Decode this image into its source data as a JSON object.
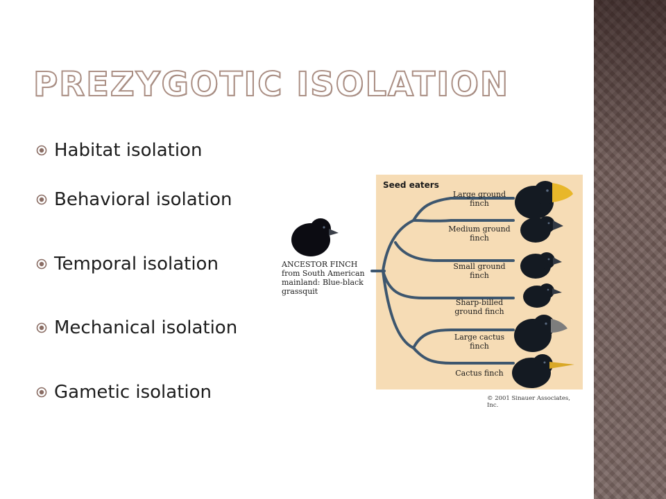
{
  "slide": {
    "title": "Prezygotic Isolation",
    "bullets": [
      "Habitat isolation",
      "Behavioral isolation",
      "Temporal isolation",
      "Mechanical isolation",
      "Gametic isolation"
    ]
  },
  "figure": {
    "group_label": "Seed eaters",
    "ancestor_label": [
      "ANCESTOR FINCH",
      "from South American",
      "mainland: Blue-black",
      "grassquit"
    ],
    "species": [
      {
        "name": [
          "Large ground",
          "finch"
        ],
        "beak_color": "#e8b72a"
      },
      {
        "name": [
          "Medium ground",
          "finch"
        ],
        "beak_color": "#333a44"
      },
      {
        "name": [
          "Small ground",
          "finch"
        ],
        "beak_color": "#333a44"
      },
      {
        "name": [
          "Sharp-billed",
          "ground finch"
        ],
        "beak_color": "#333a44"
      },
      {
        "name": [
          "Large cactus",
          "finch"
        ],
        "beak_color": "#7d7d7d"
      },
      {
        "name": [
          "Cactus finch"
        ],
        "beak_color": "#d9a826"
      }
    ],
    "copyright": "© 2001 Sinauer Associates, Inc."
  },
  "colors": {
    "title_outline": "#ab8f84",
    "bullet_icon": "#8a6d64",
    "panel": "#f6dcb5",
    "tree_line": "#3d566e",
    "side_strip": "#6f5a56"
  }
}
